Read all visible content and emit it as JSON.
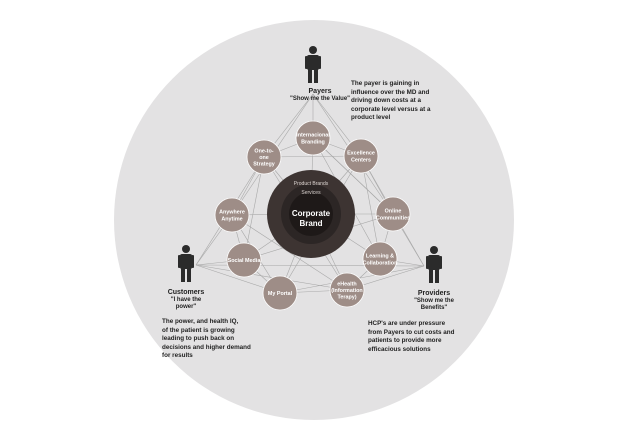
{
  "colors": {
    "background_circle": "#e3e2e3",
    "node_fill": "#9e8d87",
    "node_text": "#ffffff",
    "core_outer": "#3d3432",
    "core_inner": "#1e1918",
    "line": "#a9a9a9",
    "figure": "#2b2b2b"
  },
  "core": {
    "ring_product_brands": "Product Brands",
    "ring_services": "Services",
    "center_line1": "Corporate",
    "center_line2": "Brand"
  },
  "nodes": [
    {
      "id": "international-branding",
      "lines": [
        "Internacional",
        "Branding"
      ]
    },
    {
      "id": "excellence-centers",
      "lines": [
        "Excellence",
        "Centers"
      ]
    },
    {
      "id": "online-communities",
      "lines": [
        "Online",
        "Communities"
      ]
    },
    {
      "id": "learning-collaboration",
      "lines": [
        "Learning &",
        "Collaboration"
      ]
    },
    {
      "id": "ehealth",
      "lines": [
        "eHealth",
        "(Information",
        "Terapy)"
      ]
    },
    {
      "id": "my-portal",
      "lines": [
        "My Portal"
      ]
    },
    {
      "id": "social-media",
      "lines": [
        "Social Media"
      ]
    },
    {
      "id": "anywhere-anytime",
      "lines": [
        "Anywhere",
        "Anytime"
      ]
    },
    {
      "id": "one-to-one-strategy",
      "lines": [
        "One-to-",
        "one",
        "Strategy"
      ]
    }
  ],
  "actors": {
    "payers": {
      "title": "Payers",
      "quote": "\"Show me the Value\""
    },
    "customers": {
      "title": "Customers",
      "quote_line1": "\"I have the",
      "quote_line2": "power\""
    },
    "providers": {
      "title": "Providers",
      "quote_line1": "\"Show me the",
      "quote_line2": "Benefits\""
    }
  },
  "notes": {
    "payers": [
      "The payer is gaining in",
      "influence over the MD and",
      "driving down costs at a",
      "corporate level versus at a",
      "product level"
    ],
    "customers": [
      "The power, and health IQ,",
      "of the patient is growing",
      "leading to push back on",
      "decisions and higher demand",
      "for results"
    ],
    "providers": [
      "HCP's are under pressure",
      "from Payers to cut costs and",
      "patients to provide more",
      "efficacious solutions"
    ]
  }
}
